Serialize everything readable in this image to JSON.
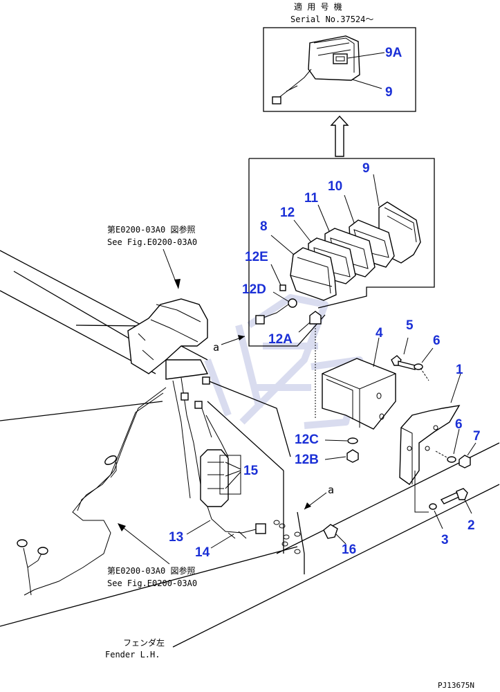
{
  "header": {
    "applicable_jp": "適 用 号 機",
    "serial": "Serial No.37524～"
  },
  "references": {
    "top_jp": "第E0200-03A0 図参照",
    "top_en": "See Fig.E0200-03A0",
    "bottom_jp": "第E0200-03A0 図参照",
    "bottom_en": "See Fig.E0200-03A0"
  },
  "fender": {
    "jp": "フェンダ左",
    "en": "Fender L.H."
  },
  "markers": {
    "upper": "a",
    "lower": "a"
  },
  "callouts": {
    "p9a": "9A",
    "p9_inset": "9",
    "p9": "9",
    "p10": "10",
    "p11": "11",
    "p12": "12",
    "p8": "8",
    "p12e": "12E",
    "p12d": "12D",
    "p12a": "12A",
    "p4": "4",
    "p5": "5",
    "p6_top": "6",
    "p1": "1",
    "p6_bottom": "6",
    "p7": "7",
    "p12c": "12C",
    "p12b": "12B",
    "p15": "15",
    "p2": "2",
    "p3": "3",
    "p13": "13",
    "p14": "14",
    "p16": "16"
  },
  "drawing_number": "PJ13675N",
  "colors": {
    "callout": "#1a2fd6",
    "line": "#000000",
    "watermark": "#d9dcef"
  }
}
